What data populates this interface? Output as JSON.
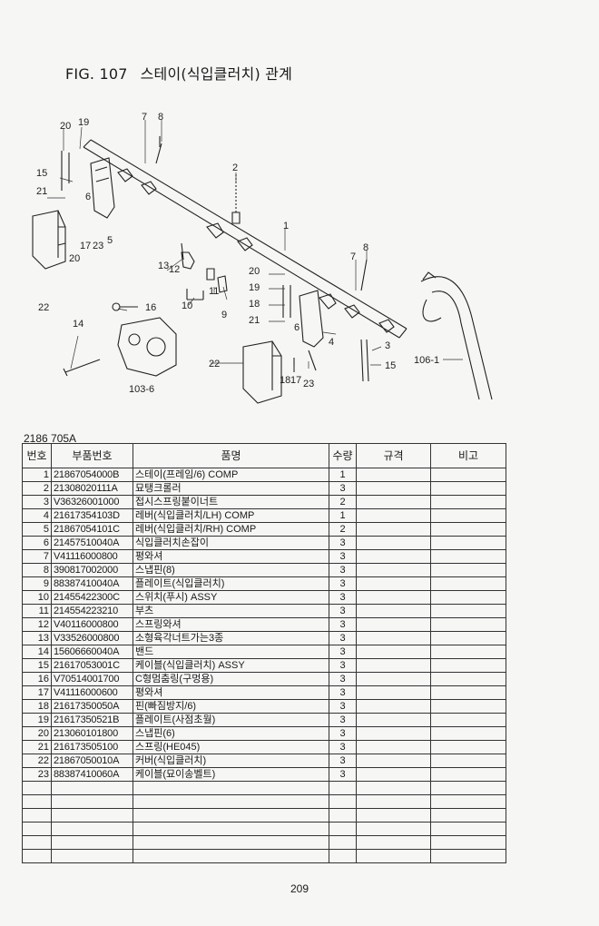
{
  "figure": {
    "number": "FIG. 107",
    "title": "스테이(식입클러치) 관계"
  },
  "diagram": {
    "callouts": [
      "1",
      "2",
      "3",
      "4",
      "5",
      "6",
      "7",
      "8",
      "9",
      "10",
      "11",
      "12",
      "13",
      "14",
      "15",
      "16",
      "17",
      "18",
      "19",
      "20",
      "21",
      "22",
      "23",
      "103-6",
      "106-1"
    ]
  },
  "table": {
    "code": "2186 705A",
    "headers": {
      "no": "번호",
      "part_no": "부품번호",
      "name": "품명",
      "qty": "수량",
      "spec": "규격",
      "remark": "비고"
    },
    "rows": [
      {
        "no": "1",
        "part_no": "21867054000B",
        "name": "스테이(프레임/6) COMP",
        "qty": "1"
      },
      {
        "no": "2",
        "part_no": "21308020111A",
        "name": "묘탱크롤러",
        "qty": "3"
      },
      {
        "no": "3",
        "part_no": "V36326001000",
        "name": "접시스프링붙이너트",
        "qty": "2"
      },
      {
        "no": "4",
        "part_no": "21617354103D",
        "name": "레버(식입클러치/LH) COMP",
        "qty": "1"
      },
      {
        "no": "5",
        "part_no": "21867054101C",
        "name": "레버(식입클러치/RH) COMP",
        "qty": "2"
      },
      {
        "no": "6",
        "part_no": "21457510040A",
        "name": "식입클러치손잡이",
        "qty": "3"
      },
      {
        "no": "7",
        "part_no": "V41116000800",
        "name": "평와셔",
        "qty": "3"
      },
      {
        "no": "8",
        "part_no": "390817002000",
        "name": "스냅핀(8)",
        "qty": "3"
      },
      {
        "no": "9",
        "part_no": "88387410040A",
        "name": "플레이트(식입클러치)",
        "qty": "3"
      },
      {
        "no": "10",
        "part_no": "21455422300C",
        "name": "스위치(푸시) ASSY",
        "qty": "3"
      },
      {
        "no": "11",
        "part_no": "214554223210",
        "name": "부츠",
        "qty": "3"
      },
      {
        "no": "12",
        "part_no": "V40116000800",
        "name": "스프링와셔",
        "qty": "3"
      },
      {
        "no": "13",
        "part_no": "V33526000800",
        "name": "소형육각너트가는3종",
        "qty": "3"
      },
      {
        "no": "14",
        "part_no": "15606660040A",
        "name": "밴드",
        "qty": "3"
      },
      {
        "no": "15",
        "part_no": "21617053001C",
        "name": "케이블(식입클러치) ASSY",
        "qty": "3"
      },
      {
        "no": "16",
        "part_no": "V70514001700",
        "name": "C형멈춤링(구멍용)",
        "qty": "3"
      },
      {
        "no": "17",
        "part_no": "V41116000600",
        "name": "평와셔",
        "qty": "3"
      },
      {
        "no": "18",
        "part_no": "21617350050A",
        "name": "핀(빠짐방지/6)",
        "qty": "3"
      },
      {
        "no": "19",
        "part_no": "21617350521B",
        "name": "플레이트(사점초월)",
        "qty": "3"
      },
      {
        "no": "20",
        "part_no": "213060101800",
        "name": "스냅핀(6)",
        "qty": "3"
      },
      {
        "no": "21",
        "part_no": "216173505100",
        "name": "스프링(HE045)",
        "qty": "3"
      },
      {
        "no": "22",
        "part_no": "21867050010A",
        "name": "커버(식입클러치)",
        "qty": "3"
      },
      {
        "no": "23",
        "part_no": "88387410060A",
        "name": "케이블(묘이송벨트)",
        "qty": "3"
      }
    ],
    "blank_rows": 6
  },
  "page_number": "209"
}
